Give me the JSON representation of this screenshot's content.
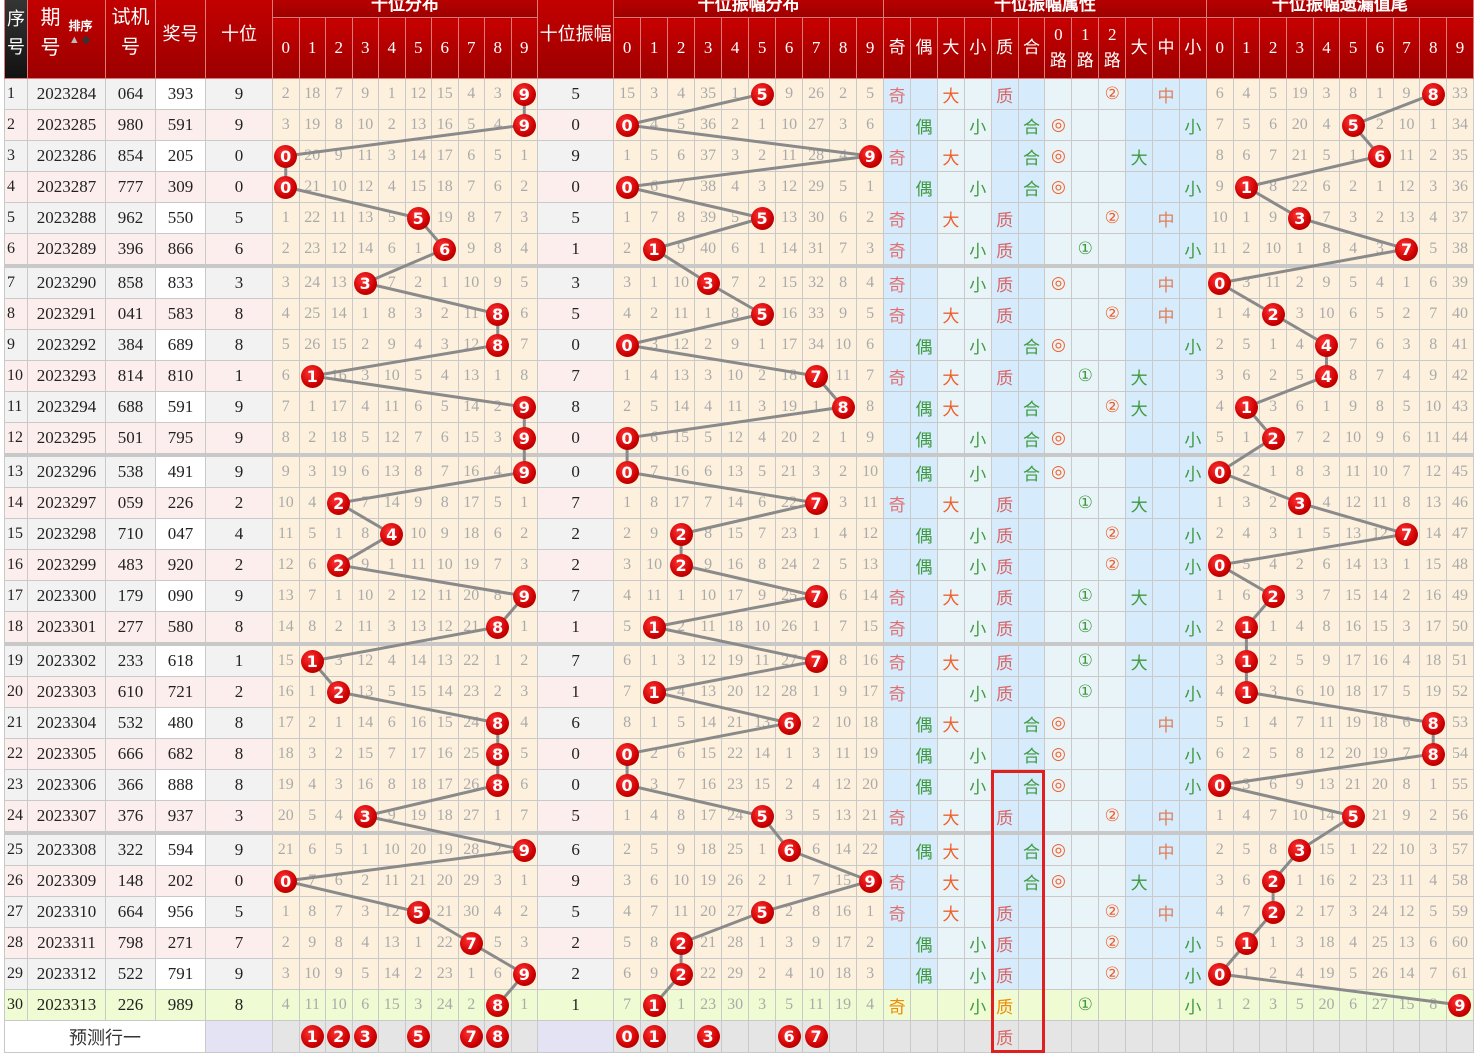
{
  "header": {
    "seq": "序号",
    "period_top": "期",
    "period_bottom": "号",
    "sort_label": "排序",
    "sort_up": "▲",
    "sort_down": "◆",
    "test": "试机号",
    "draw": "奖号",
    "tens": "十位",
    "tens_dist": "十位分布",
    "amp": "十位振幅",
    "amp_dist": "十位振幅分布",
    "attr": "十位振幅属性",
    "omit": "十位振幅遗漏值尾"
  },
  "digits": [
    "0",
    "1",
    "2",
    "3",
    "4",
    "5",
    "6",
    "7",
    "8",
    "9"
  ],
  "attr_headers": [
    "奇",
    "偶",
    "大",
    "小",
    "质",
    "合",
    "0路",
    "1路",
    "2路",
    "大",
    "中",
    "小"
  ],
  "attr_by_amp": {
    "0": [
      "",
      "偶",
      "",
      "小",
      "",
      "合",
      "◎",
      "",
      "",
      "",
      "",
      "小"
    ],
    "1": [
      "奇",
      "",
      "",
      "小",
      "质",
      "",
      "",
      "①",
      "",
      "",
      "",
      "小"
    ],
    "2": [
      "",
      "偶",
      "",
      "小",
      "质",
      "",
      "",
      "",
      "②",
      "",
      "",
      "小"
    ],
    "3": [
      "奇",
      "",
      "",
      "小",
      "质",
      "",
      "◎",
      "",
      "",
      "",
      "中",
      ""
    ],
    "5": [
      "奇",
      "",
      "大",
      "",
      "质",
      "",
      "",
      "",
      "②",
      "",
      "中",
      ""
    ],
    "6": [
      "",
      "偶",
      "大",
      "",
      "",
      "合",
      "◎",
      "",
      "",
      "",
      "中",
      ""
    ],
    "7": [
      "奇",
      "",
      "大",
      "",
      "质",
      "",
      "",
      "①",
      "",
      "大",
      "",
      ""
    ],
    "8": [
      "",
      "偶",
      "大",
      "",
      "",
      "合",
      "",
      "",
      "②",
      "大",
      "",
      ""
    ],
    "9": [
      "奇",
      "",
      "大",
      "",
      "",
      "合",
      "◎",
      "",
      "",
      "大",
      "",
      ""
    ]
  },
  "rows": [
    {
      "seq": "1",
      "period": "2023284",
      "test": "064",
      "draw": "393",
      "tens": "9",
      "amp": "5",
      "d1": [
        2,
        18,
        7,
        9,
        1,
        12,
        15,
        4,
        3,
        0
      ],
      "d2": [
        15,
        3,
        4,
        35,
        1,
        0,
        9,
        26,
        2,
        5
      ],
      "om": [
        6,
        4,
        5,
        19,
        3,
        8,
        1,
        9,
        0,
        33
      ]
    },
    {
      "seq": "2",
      "period": "2023285",
      "test": "980",
      "draw": "591",
      "tens": "9",
      "amp": "0",
      "d1": [
        3,
        19,
        8,
        10,
        2,
        13,
        16,
        5,
        4,
        0
      ],
      "d2": [
        0,
        4,
        5,
        36,
        2,
        1,
        10,
        27,
        3,
        6
      ],
      "om": [
        7,
        5,
        6,
        20,
        4,
        0,
        2,
        10,
        1,
        34
      ]
    },
    {
      "seq": "3",
      "period": "2023286",
      "test": "854",
      "draw": "205",
      "tens": "0",
      "amp": "9",
      "d1": [
        0,
        20,
        9,
        11,
        3,
        14,
        17,
        6,
        5,
        1
      ],
      "d2": [
        1,
        5,
        6,
        37,
        3,
        2,
        11,
        28,
        4,
        0
      ],
      "om": [
        8,
        6,
        7,
        21,
        5,
        1,
        0,
        11,
        2,
        35
      ]
    },
    {
      "seq": "4",
      "period": "2023287",
      "test": "777",
      "draw": "309",
      "tens": "0",
      "amp": "0",
      "d1": [
        0,
        21,
        10,
        12,
        4,
        15,
        18,
        7,
        6,
        2
      ],
      "d2": [
        0,
        6,
        7,
        38,
        4,
        3,
        12,
        29,
        5,
        1
      ],
      "om": [
        9,
        0,
        8,
        22,
        6,
        2,
        1,
        12,
        3,
        36
      ]
    },
    {
      "seq": "5",
      "period": "2023288",
      "test": "962",
      "draw": "550",
      "tens": "5",
      "amp": "5",
      "d1": [
        1,
        22,
        11,
        13,
        5,
        0,
        19,
        8,
        7,
        3
      ],
      "d2": [
        1,
        7,
        8,
        39,
        5,
        0,
        13,
        30,
        6,
        2
      ],
      "om": [
        10,
        1,
        9,
        0,
        7,
        3,
        2,
        13,
        4,
        37
      ]
    },
    {
      "seq": "6",
      "period": "2023289",
      "test": "396",
      "draw": "866",
      "tens": "6",
      "amp": "1",
      "d1": [
        2,
        23,
        12,
        14,
        6,
        1,
        0,
        9,
        8,
        4
      ],
      "d2": [
        2,
        0,
        9,
        40,
        6,
        1,
        14,
        31,
        7,
        3
      ],
      "om": [
        11,
        2,
        10,
        1,
        8,
        4,
        3,
        0,
        5,
        38
      ]
    },
    {
      "seq": "7",
      "period": "2023290",
      "test": "858",
      "draw": "833",
      "tens": "3",
      "amp": "3",
      "d1": [
        3,
        24,
        13,
        0,
        7,
        2,
        1,
        10,
        9,
        5
      ],
      "d2": [
        3,
        1,
        10,
        0,
        7,
        2,
        15,
        32,
        8,
        4
      ],
      "om": [
        0,
        3,
        11,
        2,
        9,
        5,
        4,
        1,
        6,
        39
      ]
    },
    {
      "seq": "8",
      "period": "2023291",
      "test": "041",
      "draw": "583",
      "tens": "8",
      "amp": "5",
      "d1": [
        4,
        25,
        14,
        1,
        8,
        3,
        2,
        11,
        0,
        6
      ],
      "d2": [
        4,
        2,
        11,
        1,
        8,
        0,
        16,
        33,
        9,
        5
      ],
      "om": [
        1,
        4,
        0,
        3,
        10,
        6,
        5,
        2,
        7,
        40
      ]
    },
    {
      "seq": "9",
      "period": "2023292",
      "test": "384",
      "draw": "689",
      "tens": "8",
      "amp": "0",
      "d1": [
        5,
        26,
        15,
        2,
        9,
        4,
        3,
        12,
        0,
        7
      ],
      "d2": [
        0,
        3,
        12,
        2,
        9,
        1,
        17,
        34,
        10,
        6
      ],
      "om": [
        2,
        5,
        1,
        4,
        0,
        7,
        6,
        3,
        8,
        41
      ]
    },
    {
      "seq": "10",
      "period": "2023293",
      "test": "814",
      "draw": "810",
      "tens": "1",
      "amp": "7",
      "d1": [
        6,
        0,
        16,
        3,
        10,
        5,
        4,
        13,
        1,
        8
      ],
      "d2": [
        1,
        4,
        13,
        3,
        10,
        2,
        18,
        0,
        11,
        7
      ],
      "om": [
        3,
        6,
        2,
        5,
        0,
        8,
        7,
        4,
        9,
        42
      ]
    },
    {
      "seq": "11",
      "period": "2023294",
      "test": "688",
      "draw": "591",
      "tens": "9",
      "amp": "8",
      "d1": [
        7,
        1,
        17,
        4,
        11,
        6,
        5,
        14,
        2,
        0
      ],
      "d2": [
        2,
        5,
        14,
        4,
        11,
        3,
        19,
        1,
        0,
        8
      ],
      "om": [
        4,
        0,
        3,
        6,
        1,
        9,
        8,
        5,
        10,
        43
      ]
    },
    {
      "seq": "12",
      "period": "2023295",
      "test": "501",
      "draw": "795",
      "tens": "9",
      "amp": "0",
      "d1": [
        8,
        2,
        18,
        5,
        12,
        7,
        6,
        15,
        3,
        0
      ],
      "d2": [
        0,
        6,
        15,
        5,
        12,
        4,
        20,
        2,
        1,
        9
      ],
      "om": [
        5,
        1,
        0,
        7,
        2,
        10,
        9,
        6,
        11,
        44
      ]
    },
    {
      "seq": "13",
      "period": "2023296",
      "test": "538",
      "draw": "491",
      "tens": "9",
      "amp": "0",
      "d1": [
        9,
        3,
        19,
        6,
        13,
        8,
        7,
        16,
        4,
        0
      ],
      "d2": [
        0,
        7,
        16,
        6,
        13,
        5,
        21,
        3,
        2,
        10
      ],
      "om": [
        0,
        2,
        1,
        8,
        3,
        11,
        10,
        7,
        12,
        45
      ]
    },
    {
      "seq": "14",
      "period": "2023297",
      "test": "059",
      "draw": "226",
      "tens": "2",
      "amp": "7",
      "d1": [
        10,
        4,
        0,
        7,
        14,
        9,
        8,
        17,
        5,
        1
      ],
      "d2": [
        1,
        8,
        17,
        7,
        14,
        6,
        22,
        0,
        3,
        11
      ],
      "om": [
        1,
        3,
        2,
        0,
        4,
        12,
        11,
        8,
        13,
        46
      ]
    },
    {
      "seq": "15",
      "period": "2023298",
      "test": "710",
      "draw": "047",
      "tens": "4",
      "amp": "2",
      "d1": [
        11,
        5,
        1,
        8,
        0,
        10,
        9,
        18,
        6,
        2
      ],
      "d2": [
        2,
        9,
        0,
        8,
        15,
        7,
        23,
        1,
        4,
        12
      ],
      "om": [
        2,
        4,
        3,
        1,
        5,
        13,
        12,
        0,
        14,
        47
      ]
    },
    {
      "seq": "16",
      "period": "2023299",
      "test": "483",
      "draw": "920",
      "tens": "2",
      "amp": "2",
      "d1": [
        12,
        6,
        0,
        9,
        1,
        11,
        10,
        19,
        7,
        3
      ],
      "d2": [
        3,
        10,
        0,
        9,
        16,
        8,
        24,
        2,
        5,
        13
      ],
      "om": [
        0,
        5,
        4,
        2,
        6,
        14,
        13,
        1,
        15,
        48
      ]
    },
    {
      "seq": "17",
      "period": "2023300",
      "test": "179",
      "draw": "090",
      "tens": "9",
      "amp": "7",
      "d1": [
        13,
        7,
        1,
        10,
        2,
        12,
        11,
        20,
        8,
        0
      ],
      "d2": [
        4,
        11,
        1,
        10,
        17,
        9,
        25,
        0,
        6,
        14
      ],
      "om": [
        1,
        6,
        0,
        3,
        7,
        15,
        14,
        2,
        16,
        49
      ]
    },
    {
      "seq": "18",
      "period": "2023301",
      "test": "277",
      "draw": "580",
      "tens": "8",
      "amp": "1",
      "d1": [
        14,
        8,
        2,
        11,
        3,
        13,
        12,
        21,
        0,
        1
      ],
      "d2": [
        5,
        0,
        2,
        11,
        18,
        10,
        26,
        1,
        7,
        15
      ],
      "om": [
        2,
        0,
        1,
        4,
        8,
        16,
        15,
        3,
        17,
        50
      ]
    },
    {
      "seq": "19",
      "period": "2023302",
      "test": "233",
      "draw": "618",
      "tens": "1",
      "amp": "7",
      "d1": [
        15,
        0,
        3,
        12,
        4,
        14,
        13,
        22,
        1,
        2
      ],
      "d2": [
        6,
        1,
        3,
        12,
        19,
        11,
        27,
        0,
        8,
        16
      ],
      "om": [
        3,
        0,
        2,
        5,
        9,
        17,
        16,
        4,
        18,
        51
      ]
    },
    {
      "seq": "20",
      "period": "2023303",
      "test": "610",
      "draw": "721",
      "tens": "2",
      "amp": "1",
      "d1": [
        16,
        1,
        0,
        13,
        5,
        15,
        14,
        23,
        2,
        3
      ],
      "d2": [
        7,
        0,
        4,
        13,
        20,
        12,
        28,
        1,
        9,
        17
      ],
      "om": [
        4,
        0,
        3,
        6,
        10,
        18,
        17,
        5,
        19,
        52
      ]
    },
    {
      "seq": "21",
      "period": "2023304",
      "test": "532",
      "draw": "480",
      "tens": "8",
      "amp": "6",
      "d1": [
        17,
        2,
        1,
        14,
        6,
        16,
        15,
        24,
        0,
        4
      ],
      "d2": [
        8,
        1,
        5,
        14,
        21,
        13,
        0,
        2,
        10,
        18
      ],
      "om": [
        5,
        1,
        4,
        7,
        11,
        19,
        18,
        6,
        0,
        53
      ]
    },
    {
      "seq": "22",
      "period": "2023305",
      "test": "666",
      "draw": "682",
      "tens": "8",
      "amp": "0",
      "d1": [
        18,
        3,
        2,
        15,
        7,
        17,
        16,
        25,
        0,
        5
      ],
      "d2": [
        0,
        2,
        6,
        15,
        22,
        14,
        1,
        3,
        11,
        19
      ],
      "om": [
        6,
        2,
        5,
        8,
        12,
        20,
        19,
        7,
        0,
        54
      ]
    },
    {
      "seq": "23",
      "period": "2023306",
      "test": "366",
      "draw": "888",
      "tens": "8",
      "amp": "0",
      "d1": [
        19,
        4,
        3,
        16,
        8,
        18,
        17,
        26,
        0,
        6
      ],
      "d2": [
        0,
        3,
        7,
        16,
        23,
        15,
        2,
        4,
        12,
        20
      ],
      "om": [
        0,
        3,
        6,
        9,
        13,
        21,
        20,
        8,
        1,
        55
      ]
    },
    {
      "seq": "24",
      "period": "2023307",
      "test": "376",
      "draw": "937",
      "tens": "3",
      "amp": "5",
      "d1": [
        20,
        5,
        4,
        0,
        9,
        19,
        18,
        27,
        1,
        7
      ],
      "d2": [
        1,
        4,
        8,
        17,
        24,
        0,
        3,
        5,
        13,
        21
      ],
      "om": [
        1,
        4,
        7,
        10,
        14,
        0,
        21,
        9,
        2,
        56
      ]
    },
    {
      "seq": "25",
      "period": "2023308",
      "test": "322",
      "draw": "594",
      "tens": "9",
      "amp": "6",
      "d1": [
        21,
        6,
        5,
        1,
        10,
        20,
        19,
        28,
        2,
        0
      ],
      "d2": [
        2,
        5,
        9,
        18,
        25,
        1,
        0,
        6,
        14,
        22
      ],
      "om": [
        2,
        5,
        8,
        0,
        15,
        1,
        22,
        10,
        3,
        57
      ]
    },
    {
      "seq": "26",
      "period": "2023309",
      "test": "148",
      "draw": "202",
      "tens": "0",
      "amp": "9",
      "d1": [
        0,
        7,
        6,
        2,
        11,
        21,
        20,
        29,
        3,
        1
      ],
      "d2": [
        3,
        6,
        10,
        19,
        26,
        2,
        1,
        7,
        15,
        0
      ],
      "om": [
        3,
        6,
        0,
        1,
        16,
        2,
        23,
        11,
        4,
        58
      ]
    },
    {
      "seq": "27",
      "period": "2023310",
      "test": "664",
      "draw": "956",
      "tens": "5",
      "amp": "5",
      "d1": [
        1,
        8,
        7,
        3,
        12,
        0,
        21,
        30,
        4,
        2
      ],
      "d2": [
        4,
        7,
        11,
        20,
        27,
        0,
        2,
        8,
        16,
        1
      ],
      "om": [
        4,
        7,
        0,
        2,
        17,
        3,
        24,
        12,
        5,
        59
      ]
    },
    {
      "seq": "28",
      "period": "2023311",
      "test": "798",
      "draw": "271",
      "tens": "7",
      "amp": "2",
      "d1": [
        2,
        9,
        8,
        4,
        13,
        1,
        22,
        0,
        5,
        3
      ],
      "d2": [
        5,
        8,
        0,
        21,
        28,
        1,
        3,
        9,
        17,
        2
      ],
      "om": [
        5,
        0,
        1,
        3,
        18,
        4,
        25,
        13,
        6,
        60
      ]
    },
    {
      "seq": "29",
      "period": "2023312",
      "test": "522",
      "draw": "791",
      "tens": "9",
      "amp": "2",
      "d1": [
        3,
        10,
        9,
        5,
        14,
        2,
        23,
        1,
        6,
        0
      ],
      "d2": [
        6,
        9,
        0,
        22,
        29,
        2,
        4,
        10,
        18,
        3
      ],
      "om": [
        0,
        1,
        2,
        4,
        19,
        5,
        26,
        14,
        7,
        61
      ]
    },
    {
      "seq": "30",
      "period": "2023313",
      "test": "226",
      "draw": "989",
      "tens": "8",
      "amp": "1",
      "d1": [
        4,
        11,
        10,
        6,
        15,
        3,
        24,
        2,
        0,
        1
      ],
      "d2": [
        7,
        0,
        1,
        23,
        30,
        3,
        5,
        11,
        19,
        4
      ],
      "om": [
        1,
        2,
        3,
        5,
        20,
        6,
        27,
        15,
        8,
        0
      ]
    }
  ],
  "prediction": {
    "label": "预测行一",
    "tens_dist": [
      1,
      2,
      3,
      5,
      7,
      8
    ],
    "amp_dist": [
      0,
      1,
      3,
      6,
      7
    ],
    "attr": [
      "",
      "",
      "",
      "",
      "质",
      "",
      "",
      "",
      "",
      "",
      "",
      ""
    ]
  },
  "colors": {
    "header": "#b00000",
    "ball": "#cc0000",
    "highlight_box": "#e02020",
    "current_row": "#effbd2"
  }
}
